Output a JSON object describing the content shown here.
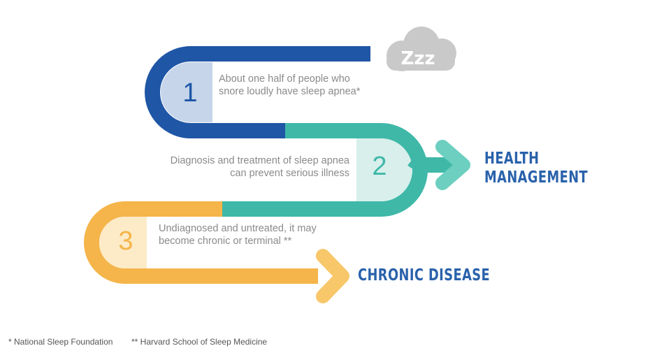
{
  "cloud_icon": {
    "icon": "cloud-zzz-icon",
    "label": "Zzz"
  },
  "steps": [
    {
      "number": "1",
      "text": "About one half of people who snore loudly have sleep apnea*"
    },
    {
      "number": "2",
      "text": "Diagnosis and treatment of sleep apnea can prevent serious illness"
    },
    {
      "number": "3",
      "text": "Undiagnosed and untreated, it may become chronic or terminal **"
    }
  ],
  "outcomes": {
    "health_management_line1": "HEALTH",
    "health_management_line2": "MANAGEMENT",
    "chronic_disease": "CHRONIC DISEASE"
  },
  "footnotes": {
    "note1": "* National Sleep Foundation",
    "note2": "** Harvard School of Sleep Medicine"
  },
  "colors": {
    "blue_dark": "#1f56a6",
    "blue_light": "#c6d5ea",
    "teal": "#3fb8a8",
    "teal_light": "#d8efec",
    "yellow": "#f5b54a",
    "yellow_light": "#fdebc8",
    "heading_blue": "#2a62ab",
    "cloud_gray": "#c9c9c9"
  }
}
